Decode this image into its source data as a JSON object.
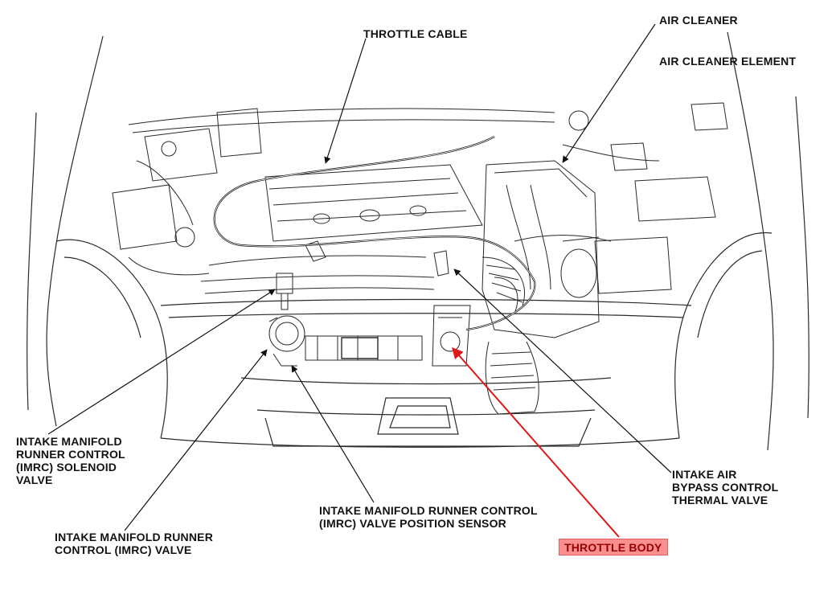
{
  "labels": {
    "throttle_cable": "THROTTLE CABLE",
    "air_cleaner": "AIR CLEANER",
    "air_cleaner_element": "AIR CLEANER ELEMENT",
    "imrc_solenoid": [
      "INTAKE MANIFOLD",
      "RUNNER CONTROL",
      "(IMRC) SOLENOID",
      "VALVE"
    ],
    "imrc_valve": [
      "INTAKE MANIFOLD RUNNER",
      "CONTROL (IMRC) VALVE"
    ],
    "imrc_sensor": [
      "INTAKE MANIFOLD RUNNER CONTROL",
      "(IMRC) VALVE POSITION SENSOR"
    ],
    "bypass_valve": [
      "INTAKE AIR",
      "BYPASS CONTROL",
      "THERMAL VALVE"
    ],
    "throttle_body": "THROTTLE BODY"
  },
  "colors": {
    "line": "#2a2a2a",
    "leader": "#111111",
    "highlight_arrow": "#e01818",
    "highlight_fill": "#f98f8f"
  }
}
